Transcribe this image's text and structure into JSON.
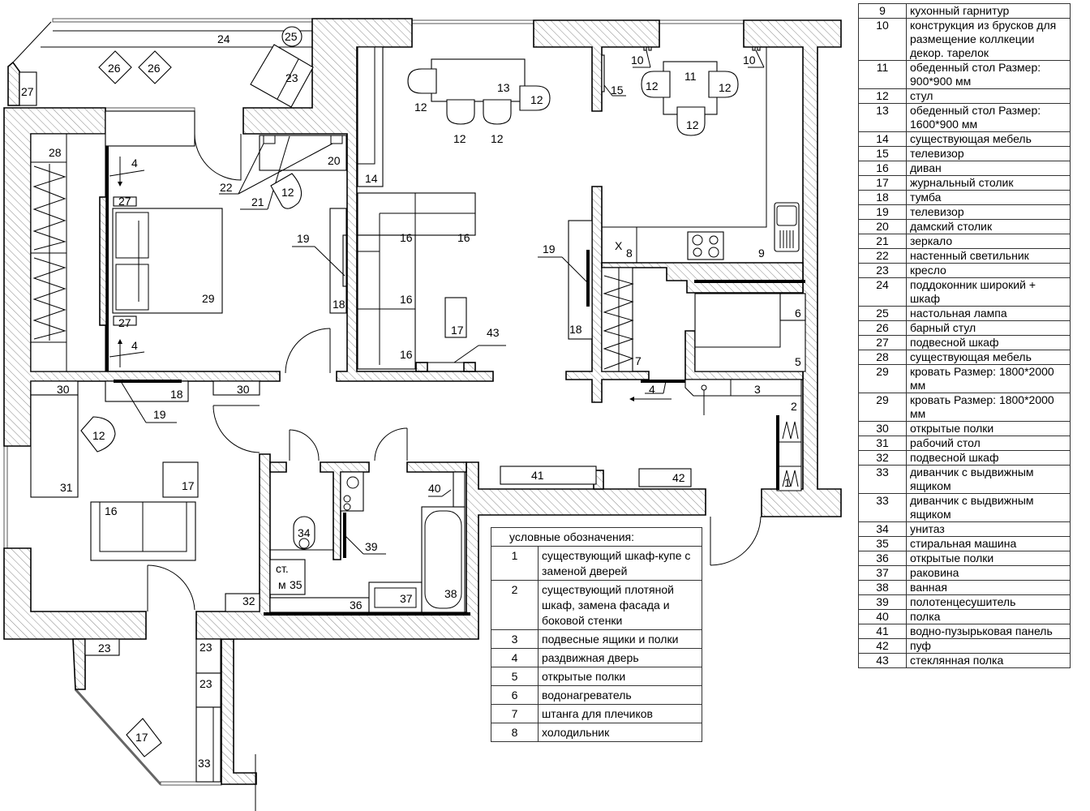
{
  "plan": {
    "labels": [
      "24",
      "25",
      "26",
      "26",
      "23",
      "27",
      "28",
      "4",
      "27",
      "29",
      "27",
      "4",
      "22",
      "21",
      "12",
      "20",
      "19",
      "18",
      "14",
      "16",
      "16",
      "16",
      "16",
      "17",
      "43",
      "12",
      "13",
      "12",
      "12",
      "12",
      "15",
      "10",
      "11",
      "12",
      "12",
      "12",
      "10",
      "19",
      "18",
      "X",
      "8",
      "9",
      "7",
      "6",
      "5",
      "4",
      "3",
      "2",
      "1",
      "30",
      "18",
      "30",
      "19",
      "12",
      "31",
      "17",
      "16",
      "32",
      "34",
      "ст.",
      "м",
      "35",
      "39",
      "40",
      "41",
      "42",
      "37",
      "36",
      "38",
      "23",
      "23",
      "23",
      "17",
      "33"
    ]
  },
  "legend_bottom": {
    "title": "условные обозначения:",
    "rows": [
      {
        "n": "1",
        "text": "существующий шкаф-купе с заменой дверей"
      },
      {
        "n": "2",
        "text": "существующий плотяной шкаф, замена фасада и боковой стенки"
      },
      {
        "n": "3",
        "text": "подвесные ящики и полки"
      },
      {
        "n": "4",
        "text": "раздвижная дверь"
      },
      {
        "n": "5",
        "text": "открытые полки"
      },
      {
        "n": "6",
        "text": "водонагреватель"
      },
      {
        "n": "7",
        "text": "штанга для плечиков"
      },
      {
        "n": "8",
        "text": "холодильник"
      }
    ]
  },
  "legend_right": {
    "rows": [
      {
        "n": "9",
        "text": "кухонный гарнитур"
      },
      {
        "n": "10",
        "text": "конструкция из брусков для размещение коллкеции декор. тарелок"
      },
      {
        "n": "11",
        "text": "обеденный стол Размер: 900*900 мм"
      },
      {
        "n": "12",
        "text": "стул"
      },
      {
        "n": "13",
        "text": "обеденный стол Размер: 1600*900 мм"
      },
      {
        "n": "14",
        "text": "существующая мебель"
      },
      {
        "n": "15",
        "text": "телевизор"
      },
      {
        "n": "16",
        "text": "диван"
      },
      {
        "n": "17",
        "text": "журнальный столик"
      },
      {
        "n": "18",
        "text": "тумба"
      },
      {
        "n": "19",
        "text": "телевизор"
      },
      {
        "n": "20",
        "text": "дамский столик"
      },
      {
        "n": "21",
        "text": "зеркало"
      },
      {
        "n": "22",
        "text": "настенный светильник"
      },
      {
        "n": "23",
        "text": "кресло"
      },
      {
        "n": "24",
        "text": "поддоконник широкий + шкаф"
      },
      {
        "n": "25",
        "text": "настольная лампа"
      },
      {
        "n": "26",
        "text": "барный стул"
      },
      {
        "n": "27",
        "text": "подвесной шкаф"
      },
      {
        "n": "28",
        "text": "существующая мебель"
      },
      {
        "n": "29",
        "text": "кровать Размер: 1800*2000 мм"
      },
      {
        "n": "29",
        "text": "кровать Размер: 1800*2000 мм"
      },
      {
        "n": "30",
        "text": "открытые полки"
      },
      {
        "n": "31",
        "text": "рабочий стол"
      },
      {
        "n": "32",
        "text": "подвесной шкаф"
      },
      {
        "n": "33",
        "text": "диванчик с выдвижным ящиком"
      },
      {
        "n": "33",
        "text": "диванчик с выдвижным ящиком"
      },
      {
        "n": "34",
        "text": "унитаз"
      },
      {
        "n": "35",
        "text": "стиральная машина"
      },
      {
        "n": "36",
        "text": "открытые полки"
      },
      {
        "n": "37",
        "text": "раковина"
      },
      {
        "n": "38",
        "text": "ванная"
      },
      {
        "n": "39",
        "text": "полотенцесушитель"
      },
      {
        "n": "40",
        "text": "полка"
      },
      {
        "n": "41",
        "text": "водно-пузырьковая панель"
      },
      {
        "n": "42",
        "text": "пуф"
      },
      {
        "n": "43",
        "text": "стеклянная полка"
      }
    ]
  }
}
